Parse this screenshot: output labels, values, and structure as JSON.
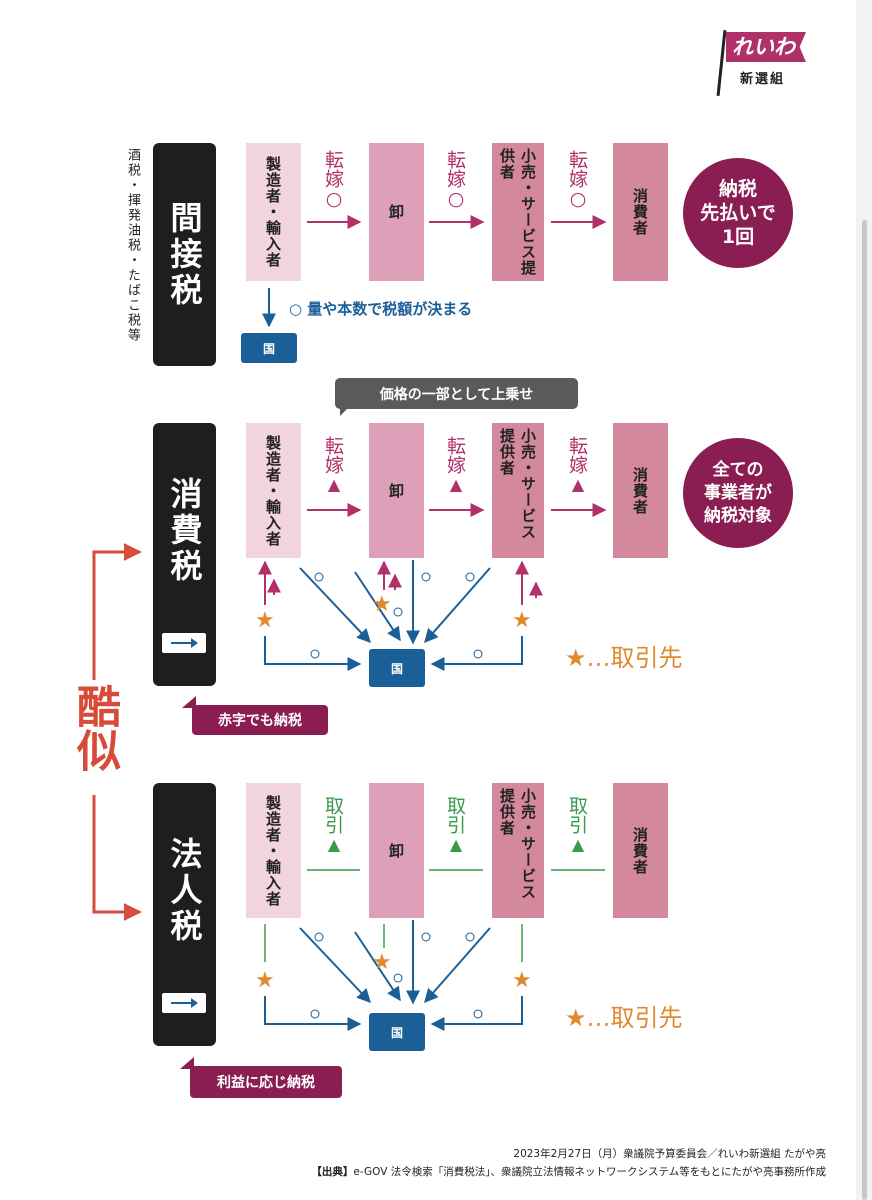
{
  "logo": {
    "text": "れいわ",
    "subtitle": "新選組"
  },
  "indirect": {
    "title": "間接税",
    "examples": "酒税・揮発油税・たばこ税等",
    "actors": [
      "製造者・輸入者",
      "卸",
      "小売・サービス提供者",
      "消費者"
    ],
    "arrow_label": "転嫁",
    "arrow_mark": "○",
    "note": "○ 量や本数で税額が決まる",
    "country": "国",
    "bubble": [
      "納税",
      "先払いで",
      "1回"
    ]
  },
  "consumption": {
    "title": "消費税",
    "banner": "価格の一部として上乗せ",
    "actors": [
      "製造者・輸入者",
      "卸",
      "小売・サービス提供者",
      "消費者"
    ],
    "arrow_label": "転嫁",
    "arrow_mark": "▲",
    "country": "国",
    "bubble": [
      "全ての",
      "事業者が",
      "納税対象"
    ],
    "legend": "★…取引先",
    "tag": "赤字でも納税"
  },
  "similar": "酷似",
  "corporate": {
    "title": "法人税",
    "actors": [
      "製造者・輸入者",
      "卸",
      "小売・サービス提供者",
      "消費者"
    ],
    "arrow_label": "取引",
    "arrow_mark": "▲",
    "country": "国",
    "legend": "★…取引先",
    "tag": "利益に応じ納税"
  },
  "footer": {
    "line1": "2023年2月27日（月）衆議院予算委員会／れいわ新選組 たがや亮",
    "source_label": "【出典】",
    "line2": "e-GOV 法令検索「消費税法」、衆議院立法情報ネットワークシステム等をもとにたがや亮事務所作成"
  },
  "colors": {
    "dark_box": "#1e1e1e",
    "magenta": "#b0306a",
    "wine": "#8a1d52",
    "blue": "#1b5f98",
    "green": "#3a9a4a",
    "orange": "#e08a30",
    "red": "#d84a3a"
  }
}
